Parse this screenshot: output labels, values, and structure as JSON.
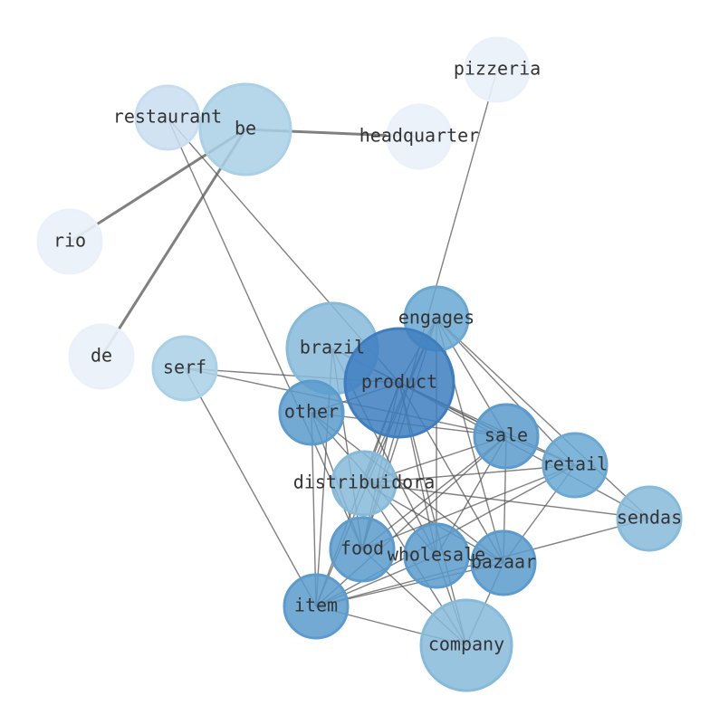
{
  "graph": {
    "nodes": [
      {
        "id": "pizzeria",
        "label": "pizzeria",
        "tier": 0
      },
      {
        "id": "restaurant",
        "label": "restaurant",
        "tier": 1
      },
      {
        "id": "be",
        "label": "be",
        "tier": 2
      },
      {
        "id": "headquarter",
        "label": "headquarter",
        "tier": 0
      },
      {
        "id": "rio",
        "label": "rio",
        "tier": 0
      },
      {
        "id": "de",
        "label": "de",
        "tier": 0
      },
      {
        "id": "serf",
        "label": "serf",
        "tier": 2
      },
      {
        "id": "brazil",
        "label": "brazil",
        "tier": 3
      },
      {
        "id": "engages",
        "label": "engages",
        "tier": 4
      },
      {
        "id": "product",
        "label": "product",
        "tier": 6
      },
      {
        "id": "other",
        "label": "other",
        "tier": 5
      },
      {
        "id": "sale",
        "label": "sale",
        "tier": 5
      },
      {
        "id": "retail",
        "label": "retail",
        "tier": 4
      },
      {
        "id": "distribuidora",
        "label": "distribuidora",
        "tier": 3
      },
      {
        "id": "sendas",
        "label": "sendas",
        "tier": 3
      },
      {
        "id": "food",
        "label": "food",
        "tier": 5
      },
      {
        "id": "wholesale",
        "label": "wholesale",
        "tier": 5
      },
      {
        "id": "bazaar",
        "label": "bazaar",
        "tier": 5
      },
      {
        "id": "item",
        "label": "item",
        "tier": 5
      },
      {
        "id": "company",
        "label": "company",
        "tier": 3
      }
    ],
    "thick_edges": [
      [
        "be",
        "headquarter"
      ],
      [
        "be",
        "rio"
      ],
      [
        "be",
        "de"
      ]
    ],
    "edges": [
      [
        "pizzeria",
        "food"
      ],
      [
        "restaurant",
        "product"
      ],
      [
        "restaurant",
        "food"
      ],
      [
        "serf",
        "product"
      ],
      [
        "serf",
        "sale"
      ],
      [
        "serf",
        "item"
      ],
      [
        "brazil",
        "product"
      ],
      [
        "brazil",
        "sale"
      ],
      [
        "brazil",
        "item"
      ],
      [
        "brazil",
        "food"
      ],
      [
        "brazil",
        "wholesale"
      ],
      [
        "engages",
        "product"
      ],
      [
        "engages",
        "food"
      ],
      [
        "engages",
        "distribuidora"
      ],
      [
        "engages",
        "sale"
      ],
      [
        "engages",
        "retail"
      ],
      [
        "engages",
        "sendas"
      ],
      [
        "engages",
        "bazaar"
      ],
      [
        "engages",
        "wholesale"
      ],
      [
        "engages",
        "item"
      ],
      [
        "product",
        "sale"
      ],
      [
        "product",
        "retail"
      ],
      [
        "product",
        "food"
      ],
      [
        "product",
        "item"
      ],
      [
        "product",
        "distribuidora"
      ],
      [
        "product",
        "bazaar"
      ],
      [
        "product",
        "wholesale"
      ],
      [
        "product",
        "company"
      ],
      [
        "product",
        "sendas"
      ],
      [
        "product",
        "other"
      ],
      [
        "other",
        "sale"
      ],
      [
        "other",
        "item"
      ],
      [
        "other",
        "food"
      ],
      [
        "other",
        "wholesale"
      ],
      [
        "other",
        "bazaar"
      ],
      [
        "sale",
        "food"
      ],
      [
        "sale",
        "distribuidora"
      ],
      [
        "sale",
        "item"
      ],
      [
        "sale",
        "bazaar"
      ],
      [
        "sale",
        "wholesale"
      ],
      [
        "sale",
        "retail"
      ],
      [
        "retail",
        "distribuidora"
      ],
      [
        "retail",
        "food"
      ],
      [
        "retail",
        "item"
      ],
      [
        "retail",
        "bazaar"
      ],
      [
        "distribuidora",
        "sendas"
      ],
      [
        "distribuidora",
        "company"
      ],
      [
        "distribuidora",
        "bazaar"
      ],
      [
        "sendas",
        "item"
      ],
      [
        "food",
        "company"
      ],
      [
        "item",
        "company"
      ],
      [
        "item",
        "wholesale"
      ],
      [
        "item",
        "bazaar"
      ],
      [
        "wholesale",
        "company"
      ],
      [
        "bazaar",
        "company"
      ]
    ],
    "tier_colors": [
      "#eaf1fa",
      "#c9ddf0",
      "#a9d0e6",
      "#86bada",
      "#6aa8d3",
      "#5b9bcd",
      "#3e7ebf"
    ]
  }
}
